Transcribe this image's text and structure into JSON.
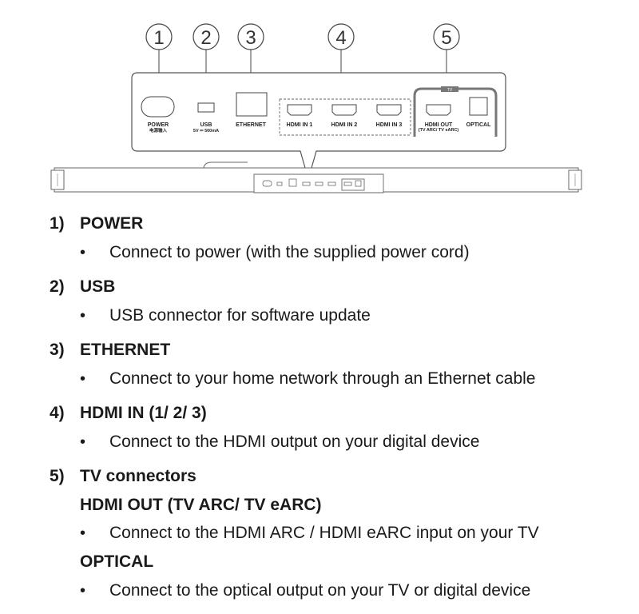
{
  "diagram": {
    "callouts": [
      "1",
      "2",
      "3",
      "4",
      "5"
    ],
    "ports": {
      "power": "POWER",
      "power_sub": "电源输入",
      "usb": "USB",
      "usb_sub": "5V ⎓ 500mA",
      "ethernet": "ETHERNET",
      "hdmi_in_1": "HDMI IN 1",
      "hdmi_in_2": "HDMI IN 2",
      "hdmi_in_3": "HDMI IN 3",
      "hdmi_out": "HDMI OUT",
      "hdmi_out_sub": "(TV ARC/ TV eARC)",
      "optical": "OPTICAL",
      "tv_group": "TV"
    }
  },
  "sections": [
    {
      "num": "1)",
      "title": "POWER",
      "bullet": "Connect to power (with the supplied power cord)"
    },
    {
      "num": "2)",
      "title": "USB",
      "bullet": "USB connector for software update"
    },
    {
      "num": "3)",
      "title": "ETHERNET",
      "bullet": "Connect to your home network through an Ethernet cable"
    },
    {
      "num": "4)",
      "title": "HDMI IN (1/ 2/ 3)",
      "bullet": "Connect to the HDMI output on your digital device"
    },
    {
      "num": "5)",
      "title": "TV connectors",
      "sub1": "HDMI OUT (TV ARC/ TV eARC)",
      "bullet1": "Connect to the HDMI ARC / HDMI eARC input on your TV",
      "sub2": "OPTICAL",
      "bullet2": "Connect to the optical output on your TV or digital device"
    }
  ],
  "bullet_glyph": "•"
}
